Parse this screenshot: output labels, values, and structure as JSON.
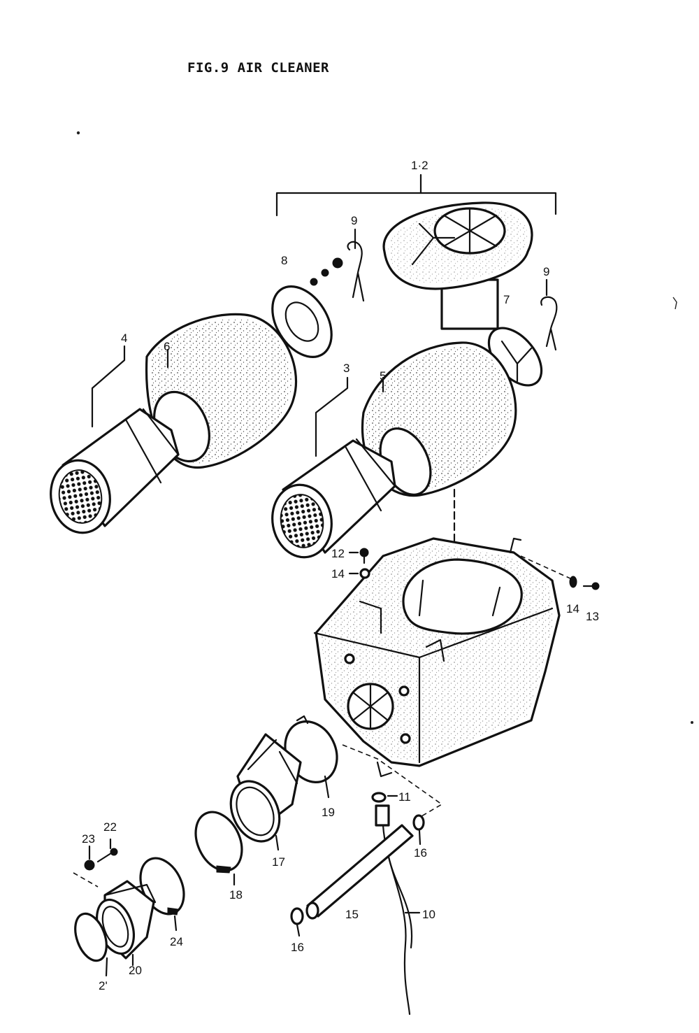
{
  "title": "FIG.9  AIR CLEANER",
  "callouts": {
    "c1_2": "1·2",
    "c3": "3",
    "c4": "4",
    "c5": "5",
    "c6": "6",
    "c7": "7",
    "c8": "8",
    "c9a": "9",
    "c9b": "9",
    "c10": "10",
    "c11": "11",
    "c12": "12",
    "c13": "13",
    "c14a": "14",
    "c14b": "14",
    "c15": "15",
    "c16a": "16",
    "c16b": "16",
    "c17": "17",
    "c18": "18",
    "c19": "19",
    "c20": "20",
    "c21": "2'",
    "c22": "22",
    "c23": "23",
    "c24": "24"
  }
}
